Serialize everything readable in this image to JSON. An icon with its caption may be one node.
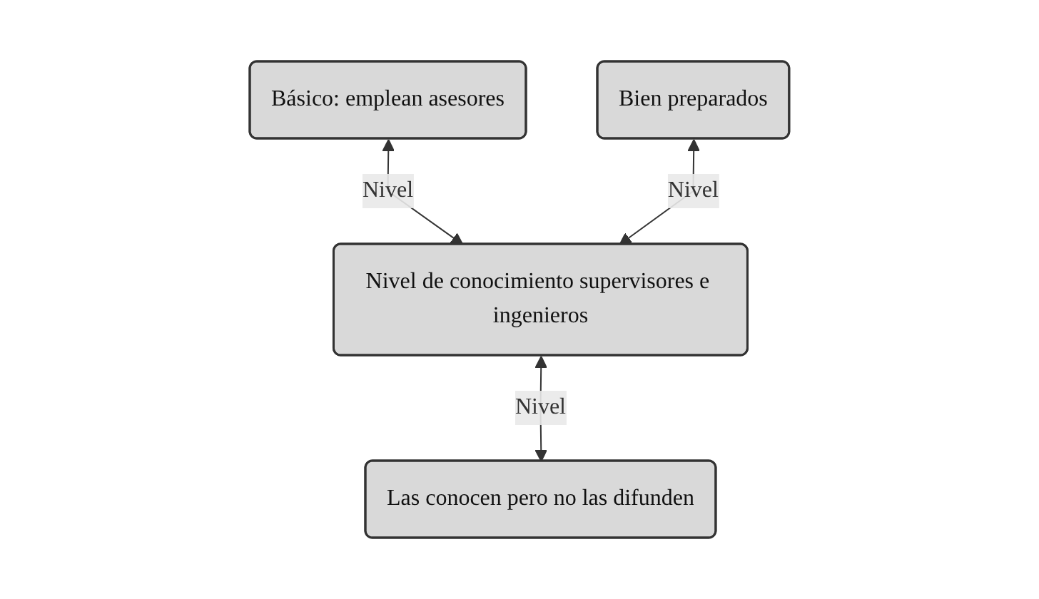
{
  "diagram": {
    "nodes": [
      {
        "text": [
          "Básico: emplean asesores"
        ]
      },
      {
        "text": [
          "Bien preparados"
        ]
      },
      {
        "text": [
          "Nivel de conocimiento supervisores e ingenieros"
        ]
      },
      {
        "text": [
          "Las conocen pero no las difunden"
        ]
      }
    ],
    "edges": [
      {
        "from": 0,
        "to": 2,
        "arrow": "both",
        "label": "Nivel"
      },
      {
        "from": 1,
        "to": 2,
        "arrow": "both",
        "label": "Nivel"
      },
      {
        "from": 2,
        "to": 3,
        "arrow": "both",
        "label": "Nivel"
      }
    ]
  }
}
